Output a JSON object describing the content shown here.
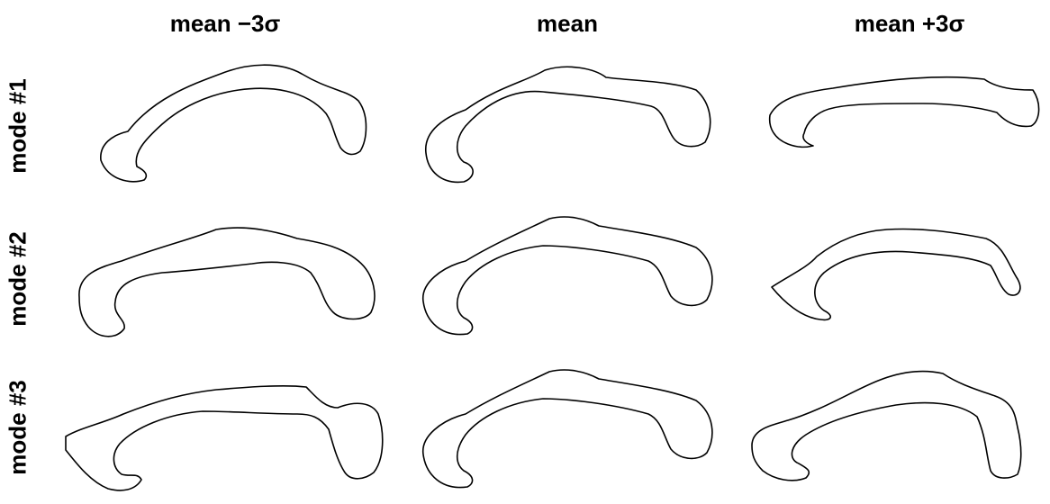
{
  "columns": [
    "mean −3σ",
    "mean",
    "mean +3σ"
  ],
  "rows": [
    "mode #1",
    "mode #2",
    "mode #3"
  ]
}
